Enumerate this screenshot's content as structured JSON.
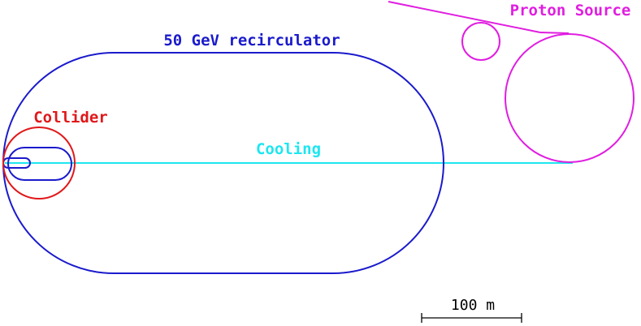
{
  "labels": {
    "recirculator": "50 GeV recirculator",
    "collider": "Collider",
    "cooling": "Cooling",
    "proton_source": "Proton Source",
    "scale_bar": "100 m"
  },
  "colors": {
    "recirculator": "#1a1acc",
    "collider": "#e0181a",
    "cooling": "#1ee6f0",
    "proton_source": "#e01ee0",
    "scale_bar": "#000000"
  }
}
